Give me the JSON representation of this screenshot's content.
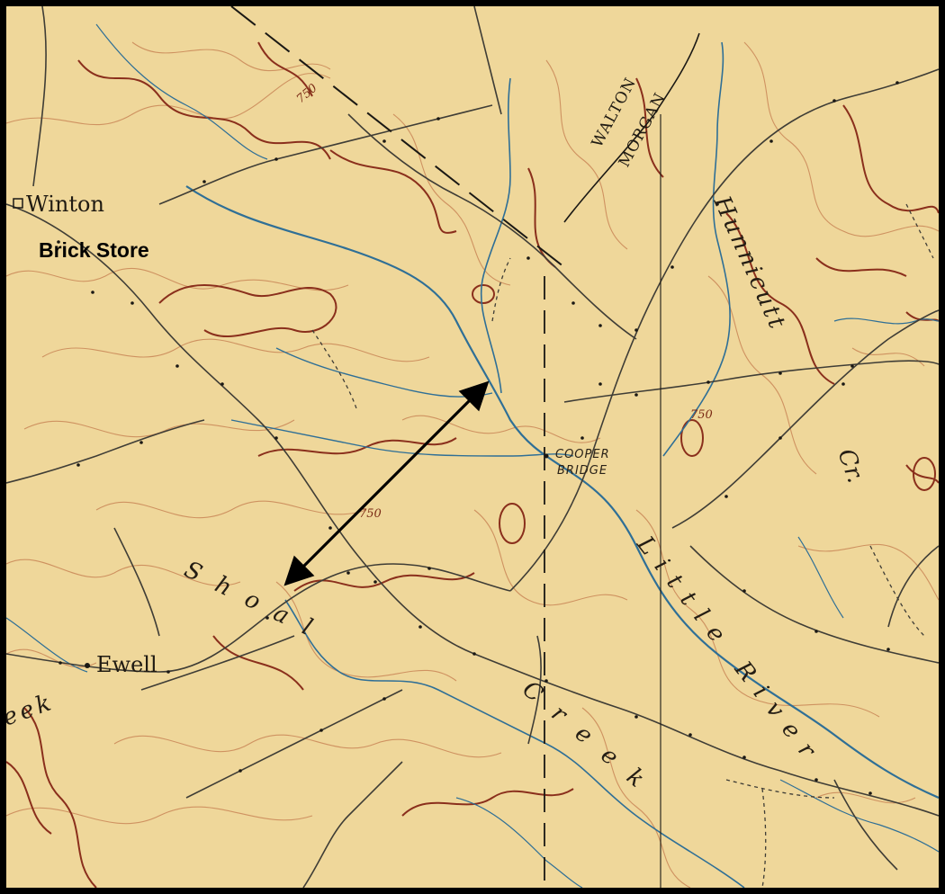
{
  "map": {
    "places": [
      {
        "id": "winton",
        "name": "Winton"
      },
      {
        "id": "ewell",
        "name": "Ewell"
      }
    ],
    "annotation": {
      "label": "Brick Store"
    },
    "bridge": {
      "line1": "COOPER",
      "line2": "BRIDGE"
    },
    "county_line": {
      "upper": "WALTON",
      "lower": "MORGAN"
    },
    "streams": {
      "hunnicutt": "Hunnicutt",
      "hunnicutt_cr": "Cr.",
      "little_river": "Little River",
      "shoal": "Shoal",
      "creek": "Creek",
      "creek_left": "eek"
    },
    "contour_label": "750",
    "colors": {
      "paper": "#efd79a",
      "contour": "#b56a3c",
      "index_contour": "#8a2f1c",
      "water": "#2f6f96",
      "road": "#3f3d36",
      "frame": "#000000",
      "arrow": "#000000"
    }
  }
}
